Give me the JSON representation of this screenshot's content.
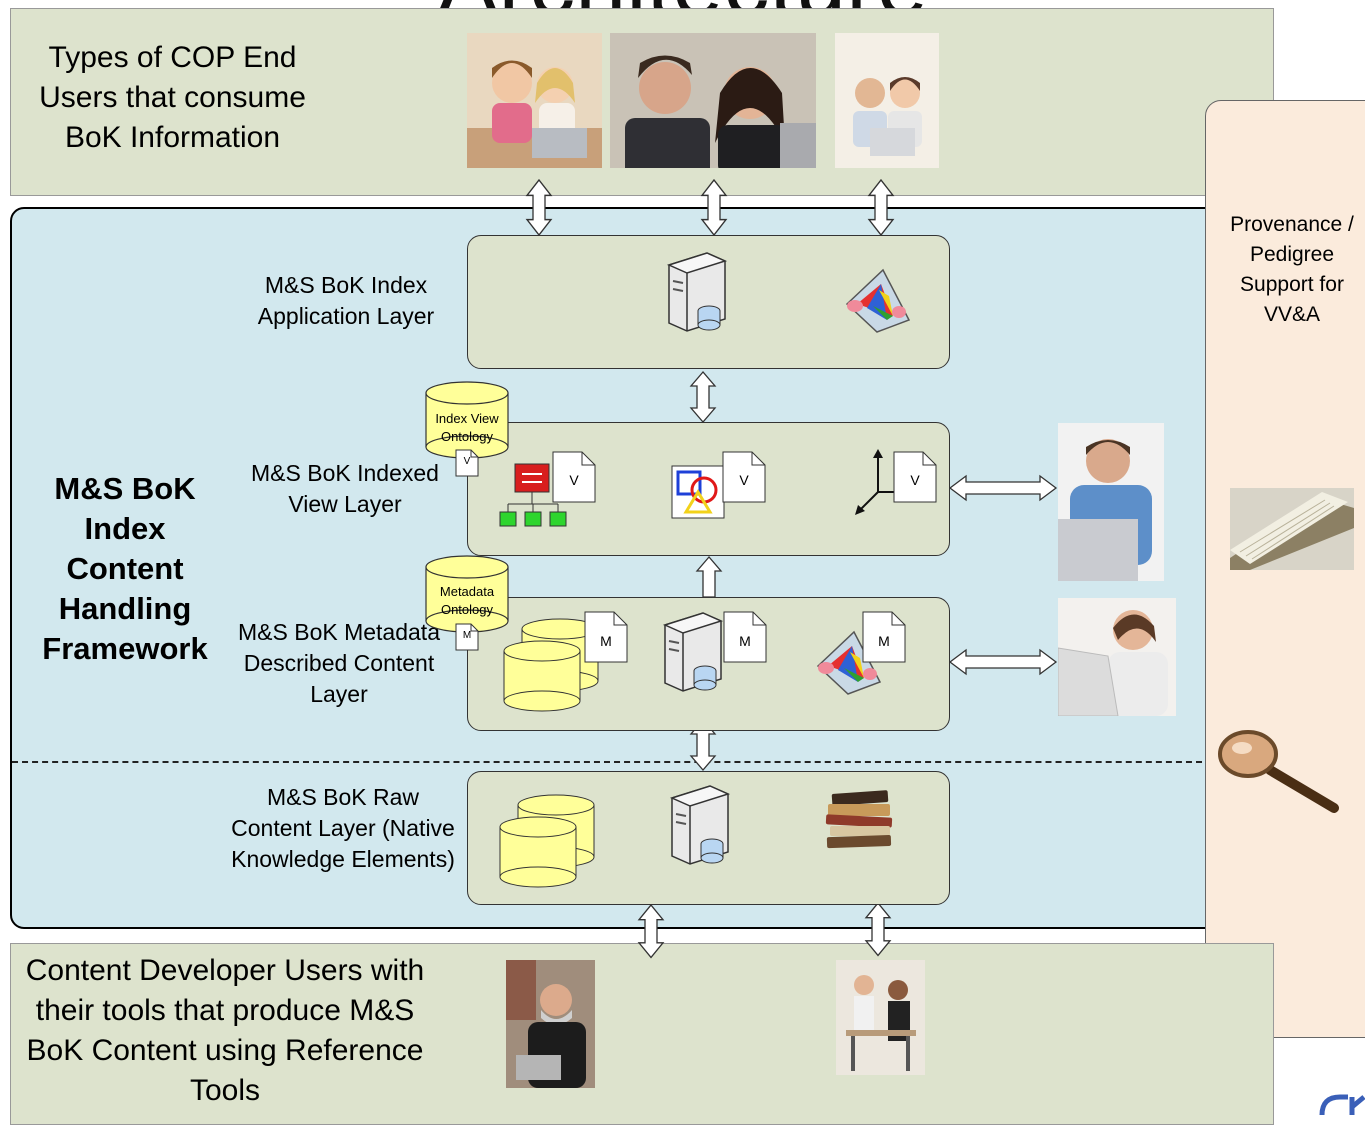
{
  "title": "Architecture",
  "top_band": {
    "label": "Types of COP End Users that consume BoK Information"
  },
  "bottom_band": {
    "label": "Content Developer Users with their tools that produce M&S BoK Content using Reference Tools"
  },
  "framework": {
    "label": "M&S BoK Index Content Handling Framework"
  },
  "layers": {
    "application": {
      "label": "M&S BoK Index Application Layer"
    },
    "indexed_view": {
      "label": "M&S BoK Indexed View Layer",
      "ontology": "Index View Ontology",
      "doc_letter": "V"
    },
    "metadata": {
      "label": "M&S BoK Metadata Described Content Layer",
      "ontology": "Metadata Ontology",
      "doc_letter": "M"
    },
    "raw": {
      "label": "M&S BoK Raw Content Layer (Native Knowledge Elements)"
    }
  },
  "side_panel": {
    "label": "Provenance / Pedigree Support for VV&A"
  },
  "colors": {
    "band": "#dde3cd",
    "framework": "#d2e8ee",
    "side_panel": "#fbebdc",
    "cylinder": "#ffff99"
  },
  "icons": [
    "server-icon",
    "geometry-icon",
    "database-icon",
    "document-icon",
    "books-icon",
    "magnifier-icon",
    "hierarchy-icon",
    "axes-icon",
    "shapes-icon"
  ]
}
